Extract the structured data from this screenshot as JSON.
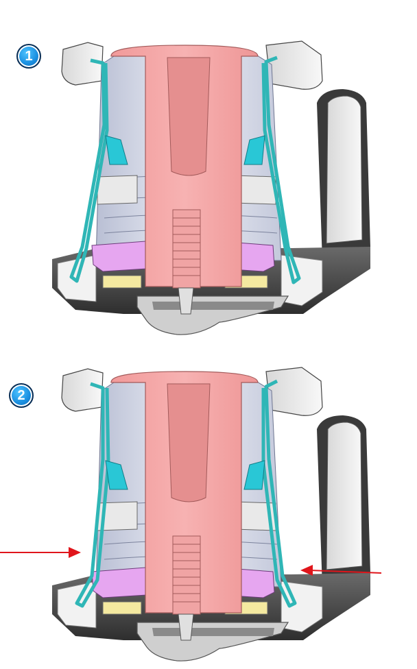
{
  "steps": [
    {
      "label": "1"
    },
    {
      "label": "2"
    }
  ],
  "colors": {
    "body": "#f5a3a3",
    "body_dark": "#e28b8b",
    "spring_clip": "#2fb6b6",
    "cyan_block": "#29c7d6",
    "pink_ring": "#e6a6f0",
    "yellow_pad": "#f4e9a0",
    "housing": "#4a4a4a",
    "arrow": "#e0151b"
  },
  "icons": [
    "step-1-badge",
    "step-2-badge",
    "left-arrow-icon",
    "right-arrow-icon"
  ]
}
